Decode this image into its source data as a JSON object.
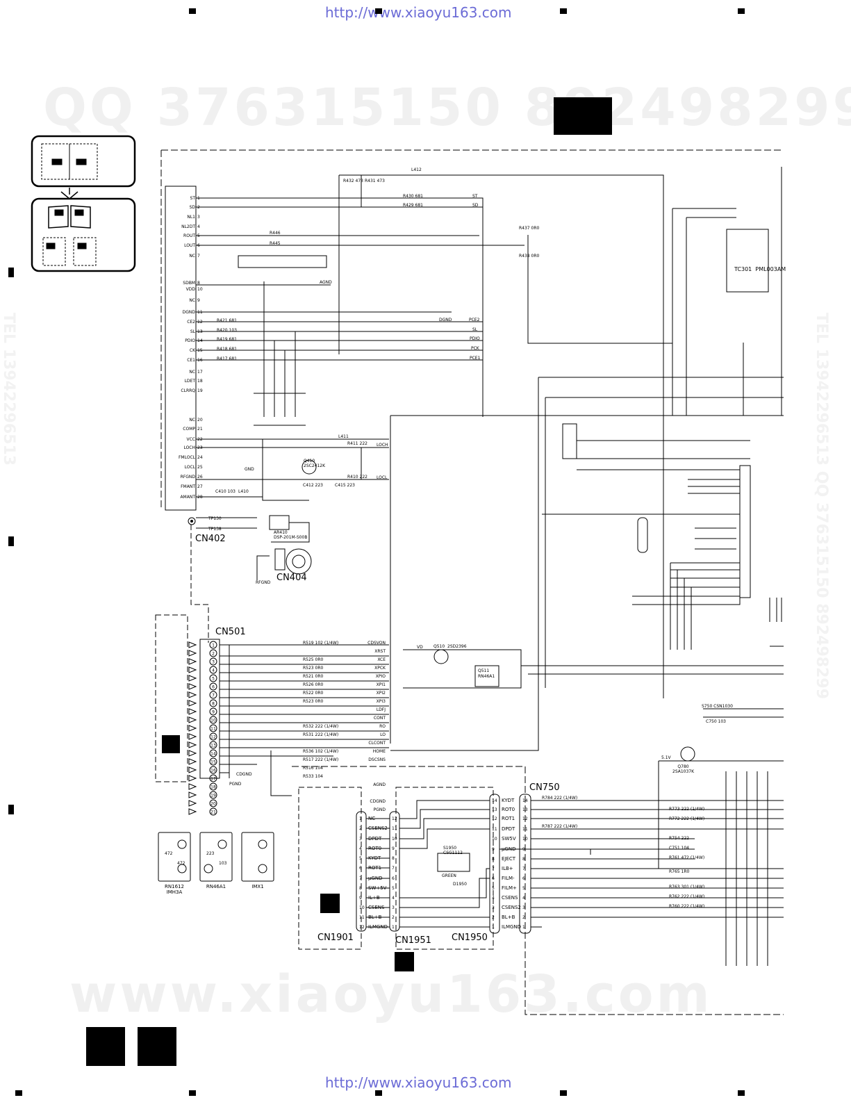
{
  "header_url": "http://www.xiaoyu163.com",
  "footer_url": "http://www.xiaoyu163.com",
  "watermarks": {
    "qq_line": "QQ 376315150   892498299",
    "site_line": "www.xiaoyu163.com",
    "side_right": "TEL 13942296513   QQ 376315150   892498299",
    "side_left": "TEL 13942296513"
  },
  "connectors": {
    "cn402": "CN402",
    "cn404": "CN404",
    "cn501": "CN501",
    "cn750": "CN750",
    "cn1901": "CN1901",
    "cn1951": "CN1951",
    "cn1950": "CN1950"
  },
  "ic": {
    "tc301_name": "TC301",
    "tc301_part": "PML003AM",
    "q410": "Q410",
    "q410_part": "2SC2412K",
    "q510": "Q510",
    "q510_part": "2SD2396",
    "q511": "Q511",
    "q511_part": "RN46A1",
    "q780": "Q780",
    "q780_part": "2SA1037K",
    "ar410": "AR410",
    "ar410_part": "DSP-201M-S00B",
    "s1950": "S1950",
    "s1950_part": "CSG1112",
    "d1950": "D1950"
  },
  "left_header_pins": [
    {
      "n": "1",
      "name": "ST"
    },
    {
      "n": "2",
      "name": "SD"
    },
    {
      "n": "3",
      "name": "NL1"
    },
    {
      "n": "4",
      "name": "NL2DT"
    },
    {
      "n": "5",
      "name": "ROUT"
    },
    {
      "n": "6",
      "name": "LOUT"
    },
    {
      "n": "7",
      "name": "NC"
    },
    {
      "n": "8",
      "name": "SDBM"
    },
    {
      "n": "10",
      "name": "VDD"
    },
    {
      "n": "9",
      "name": "NC"
    },
    {
      "n": "11",
      "name": "DGND"
    },
    {
      "n": "12",
      "name": "CE2"
    },
    {
      "n": "13",
      "name": "SL"
    },
    {
      "n": "14",
      "name": "PDIO"
    },
    {
      "n": "15",
      "name": "CK"
    },
    {
      "n": "16",
      "name": "CE1"
    },
    {
      "n": "17",
      "name": "NC"
    },
    {
      "n": "18",
      "name": "LDET"
    },
    {
      "n": "19",
      "name": "CLRRQ"
    },
    {
      "n": "20",
      "name": "NC"
    },
    {
      "n": "21",
      "name": "COMP"
    },
    {
      "n": "22",
      "name": "VCC"
    },
    {
      "n": "23",
      "name": "LOCH"
    },
    {
      "n": "24",
      "name": "FMLOCL"
    },
    {
      "n": "25",
      "name": "LOCL"
    },
    {
      "n": "26",
      "name": "RFGND"
    },
    {
      "n": "27",
      "name": "FMANT"
    },
    {
      "n": "28",
      "name": "AMANT"
    }
  ],
  "signals_top": [
    "ST",
    "SD",
    "PCE2",
    "SL",
    "PDIO",
    "PCK",
    "PCE1",
    "LOCH",
    "LOCL",
    "DGND",
    "AGND",
    "GND"
  ],
  "resistors_top": [
    {
      "ref": "L412",
      "val": ""
    },
    {
      "ref": "R432",
      "val": "473"
    },
    {
      "ref": "R431",
      "val": "473"
    },
    {
      "ref": "R430",
      "val": "681"
    },
    {
      "ref": "R429",
      "val": "681"
    },
    {
      "ref": "R446",
      "val": ""
    },
    {
      "ref": "R445",
      "val": ""
    },
    {
      "ref": "R421",
      "val": "681"
    },
    {
      "ref": "R420",
      "val": "103"
    },
    {
      "ref": "R419",
      "val": "681"
    },
    {
      "ref": "R418",
      "val": "681"
    },
    {
      "ref": "R417",
      "val": "681"
    },
    {
      "ref": "R411",
      "val": "222"
    },
    {
      "ref": "R410",
      "val": "222"
    },
    {
      "ref": "L411",
      "val": ""
    },
    {
      "ref": "L410",
      "val": ""
    },
    {
      "ref": "C410",
      "val": "103"
    },
    {
      "ref": "C412",
      "val": "223"
    },
    {
      "ref": "C415",
      "val": "223"
    },
    {
      "ref": "R437",
      "val": "0R0"
    },
    {
      "ref": "R438",
      "val": "0R0"
    }
  ],
  "cn501_pins": [
    {
      "n": "1",
      "sig": "CDSVON",
      "r": "R519",
      "v": "102 (1/4W)"
    },
    {
      "n": "2",
      "sig": "XRST",
      "r": "",
      "v": ""
    },
    {
      "n": "3",
      "sig": "XCE",
      "r": "R525",
      "v": "0R0"
    },
    {
      "n": "4",
      "sig": "XPCK",
      "r": "R523",
      "v": "0R0"
    },
    {
      "n": "5",
      "sig": "XPIO",
      "r": "R521",
      "v": "0R0"
    },
    {
      "n": "6",
      "sig": "XPI1",
      "r": "R526",
      "v": "0R0"
    },
    {
      "n": "7",
      "sig": "XPI2",
      "r": "R522",
      "v": "0R0"
    },
    {
      "n": "8",
      "sig": "XPI3",
      "r": "R523",
      "v": "0R0"
    },
    {
      "n": "9",
      "sig": "LDFJ",
      "r": "",
      "v": ""
    },
    {
      "n": "10",
      "sig": "CONT",
      "r": "",
      "v": ""
    },
    {
      "n": "11",
      "sig": "RO",
      "r": "R532",
      "v": "222 (1/4W)"
    },
    {
      "n": "12",
      "sig": "LO",
      "r": "R531",
      "v": "222 (1/4W)"
    },
    {
      "n": "13",
      "sig": "CLCONT",
      "r": "",
      "v": ""
    },
    {
      "n": "14",
      "sig": "HOME",
      "r": "R536",
      "v": "102 (1/4W)"
    },
    {
      "n": "15",
      "sig": "DSCSNS",
      "r": "R517",
      "v": "222 (1/4W)"
    },
    {
      "n": "16",
      "sig": "",
      "r": "R516",
      "v": "104"
    },
    {
      "n": "17",
      "sig": "",
      "r": "R533",
      "v": "104"
    },
    {
      "n": "18",
      "sig": "AGND",
      "r": "",
      "": ""
    },
    {
      "n": "19",
      "sig": "",
      "r": "",
      "v": ""
    },
    {
      "n": "20",
      "sig": "CDGND",
      "r": "",
      "v": ""
    },
    {
      "n": "21",
      "sig": "PGND",
      "r": "",
      "v": ""
    }
  ],
  "cn750_pins": [
    {
      "n": "14",
      "name": "KYDT"
    },
    {
      "n": "13",
      "name": "ROT0"
    },
    {
      "n": "12",
      "name": "ROT1"
    },
    {
      "n": "11",
      "name": "DPDT"
    },
    {
      "n": "10",
      "name": "SW5V"
    },
    {
      "n": "9",
      "name": "μGND"
    },
    {
      "n": "8",
      "name": "EJECT"
    },
    {
      "n": "7",
      "name": "ILB+"
    },
    {
      "n": "6",
      "name": "FILM-"
    },
    {
      "n": "5",
      "name": "FILM+"
    },
    {
      "n": "4",
      "name": "CSENS"
    },
    {
      "n": "3",
      "name": "CSENS2"
    },
    {
      "n": "2",
      "name": "BL+B"
    },
    {
      "n": "1",
      "name": "ILMGND"
    }
  ],
  "cn1901_pins": [
    {
      "n": "1",
      "name": "NC"
    },
    {
      "n": "2",
      "name": "CSENS2"
    },
    {
      "n": "3",
      "name": "DPDT"
    },
    {
      "n": "4",
      "name": "ROT0"
    },
    {
      "n": "5",
      "name": "KYDT"
    },
    {
      "n": "6",
      "name": "ROT1"
    },
    {
      "n": "7",
      "name": "μGND"
    },
    {
      "n": "8",
      "name": "SW+5V"
    },
    {
      "n": "9",
      "name": "IL+B"
    },
    {
      "n": "10",
      "name": "CSENS"
    },
    {
      "n": "11",
      "name": "BL+B"
    },
    {
      "n": "12",
      "name": "ILMGND"
    }
  ],
  "right_parts": [
    {
      "ref": "R784",
      "val": "222 (1/4W)"
    },
    {
      "ref": "R787",
      "val": "222 (1/4W)"
    },
    {
      "ref": "R773",
      "val": "222 (1/4W)"
    },
    {
      "ref": "R772",
      "val": "222 (1/4W)"
    },
    {
      "ref": "R754",
      "val": "222"
    },
    {
      "ref": "C751",
      "val": "104"
    },
    {
      "ref": "R761",
      "val": "472 (1/4W)"
    },
    {
      "ref": "R765",
      "val": "1R0"
    },
    {
      "ref": "R763",
      "val": "301 (1/4W)"
    },
    {
      "ref": "R762",
      "val": "222 (1/4W)"
    },
    {
      "ref": "R760",
      "val": "222 (1/4W)"
    },
    {
      "ref": "S750",
      "val": "CSN1030"
    },
    {
      "ref": "C750",
      "val": "103"
    }
  ],
  "transistor_legend": [
    {
      "name": "RN1612",
      "alt": "IMH3A",
      "r1": "472",
      "r2": "472"
    },
    {
      "name": "RN46A1",
      "alt": "",
      "r1": "223",
      "r2": "103"
    },
    {
      "name": "IMX1",
      "alt": "",
      "r1": "",
      "r2": ""
    }
  ],
  "misc_labels": [
    "5.1V",
    "VD",
    "CDGND",
    "PGND",
    "RFGND",
    "TP130",
    "TP138",
    "GREEN"
  ]
}
